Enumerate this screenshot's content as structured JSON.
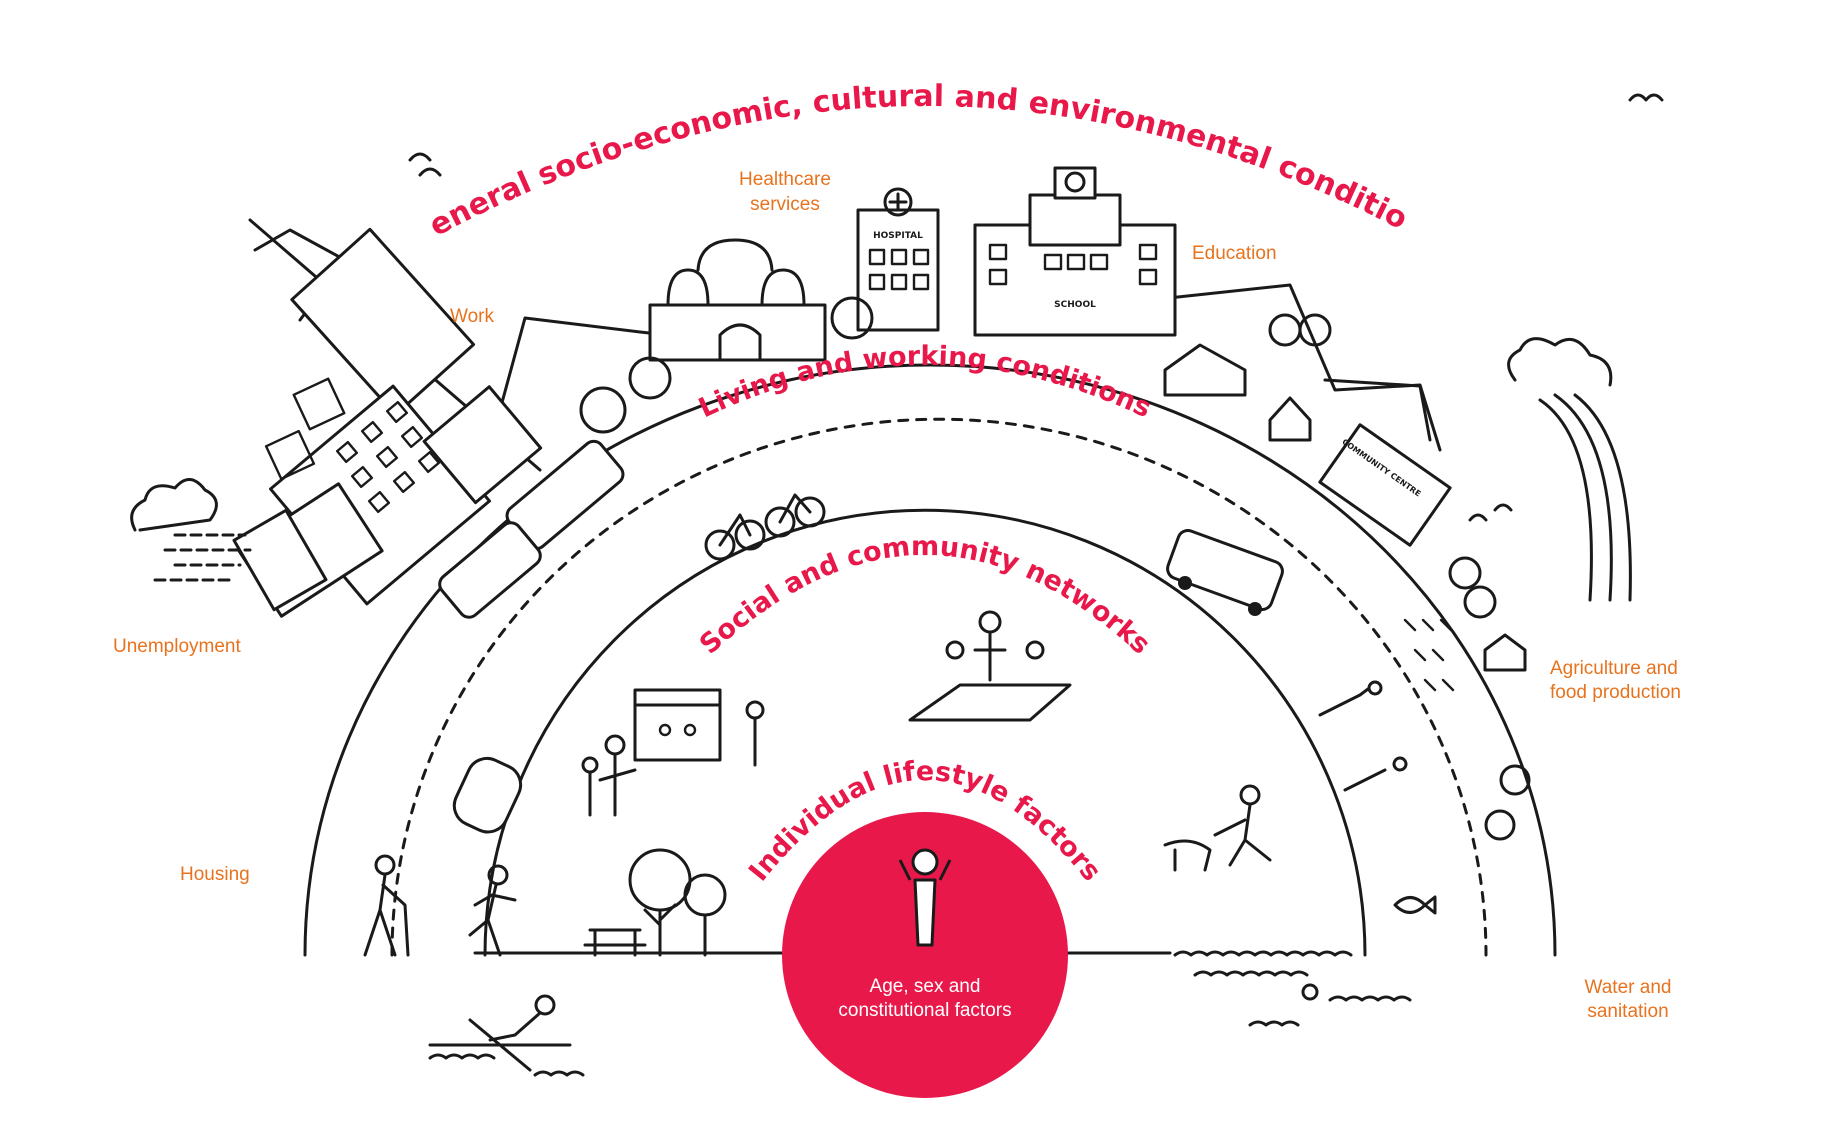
{
  "rings": {
    "outer": "General socio-economic, cultural and environmental conditions",
    "second": "Living and working conditions",
    "third": "Social and community networks",
    "inner": "Individual lifestyle factors"
  },
  "core": {
    "line1": "Age, sex and",
    "line2": "constitutional factors"
  },
  "factors": {
    "healthcare_1": "Healthcare",
    "healthcare_2": "services",
    "education": "Education",
    "work": "Work",
    "unemployment": "Unemployment",
    "housing": "Housing",
    "agriculture_1": "Agriculture and",
    "agriculture_2": "food production",
    "water_1": "Water and",
    "water_2": "sanitation"
  },
  "signs": {
    "hospital": "HOSPITAL",
    "school": "SCHOOL",
    "community_centre": "COMMUNITY CENTRE"
  },
  "colors": {
    "accent_red": "#e8194a",
    "label_orange": "#e8731e",
    "ink": "#1a1a1a"
  }
}
